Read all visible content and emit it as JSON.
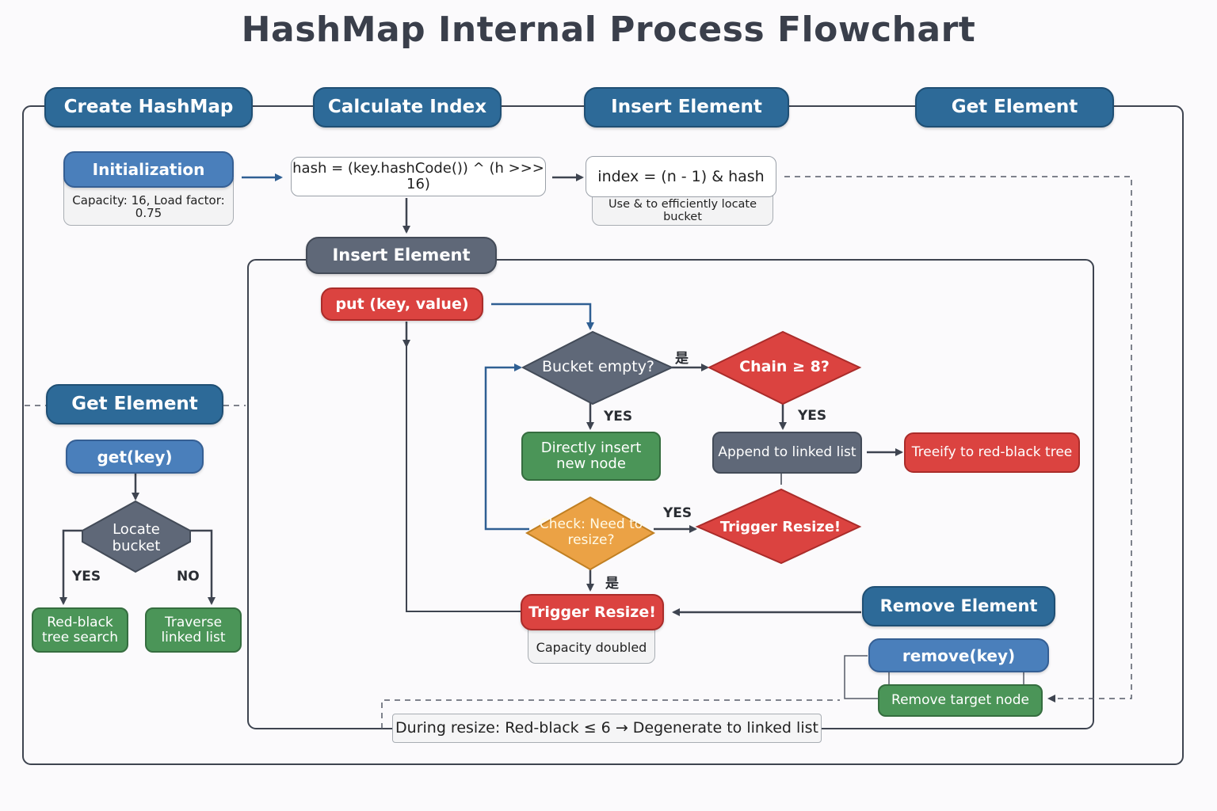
{
  "title": "HashMap Internal Process Flowchart",
  "headers": {
    "create": "Create HashMap",
    "calculate": "Calculate Index",
    "insert": "Insert Element",
    "get": "Get Element"
  },
  "init": {
    "label": "Initialization",
    "note": "Capacity: 16, Load factor: 0.75"
  },
  "hash_formula": "hash = (key.hashCode()) ^ (h >>> 16)",
  "index_formula": "index = (n - 1) & hash",
  "index_note": "Use & to efficiently locate bucket",
  "insert_section": {
    "title": "Insert Element",
    "put": "put (key, value)",
    "bucket_empty": "Bucket empty?",
    "chain_check": "Chain ≥ 8?",
    "direct_insert": "Directly insert new node",
    "append_list": "Append to linked list",
    "treeify": "Treeify to red-black tree",
    "check_resize": "Check: Need to resize?",
    "trigger_resize_diamond": "Trigger Resize!",
    "trigger_resize": "Trigger Resize!",
    "capacity_doubled": "Capacity doubled",
    "label_yes_bucket_right": "是",
    "label_yes_bucket_down": "YES",
    "label_yes_chain": "YES",
    "label_yes_check": "YES",
    "label_yes_check_down": "是"
  },
  "get_section": {
    "title": "Get Element",
    "get": "get(key)",
    "locate": "Locate bucket",
    "yes": "YES",
    "no": "NO",
    "tree_search": "Red-black tree search",
    "traverse": "Traverse linked list"
  },
  "remove_section": {
    "title": "Remove Element",
    "remove": "remove(key)",
    "remove_target": "Remove target node"
  },
  "resize_note": "During resize: Red-black ≤ 6 → Degenerate to linked list",
  "colors": {
    "header": "#2d6a98",
    "blue": "#4a7fbb",
    "gray": "#5f6878",
    "red": "#db4340",
    "green": "#4b9558",
    "orange": "#eba245",
    "line": "#3e4450",
    "arrow_blue": "#2f5f93"
  }
}
